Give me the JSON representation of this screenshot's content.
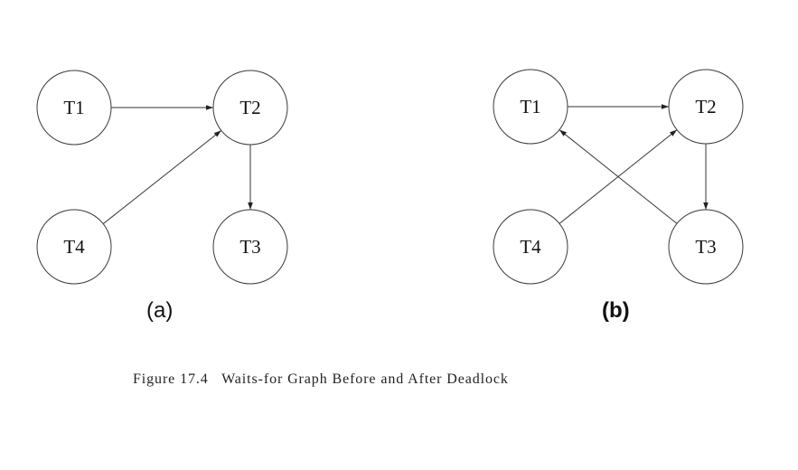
{
  "panels": [
    {
      "id": "a",
      "label": "(a)",
      "nodes": [
        {
          "id": "T1",
          "label": "T1"
        },
        {
          "id": "T2",
          "label": "T2"
        },
        {
          "id": "T3",
          "label": "T3"
        },
        {
          "id": "T4",
          "label": "T4"
        }
      ],
      "edges": [
        {
          "from": "T1",
          "to": "T2"
        },
        {
          "from": "T4",
          "to": "T2"
        },
        {
          "from": "T2",
          "to": "T3"
        }
      ]
    },
    {
      "id": "b",
      "label": "(b)",
      "nodes": [
        {
          "id": "T1",
          "label": "T1"
        },
        {
          "id": "T2",
          "label": "T2"
        },
        {
          "id": "T3",
          "label": "T3"
        },
        {
          "id": "T4",
          "label": "T4"
        }
      ],
      "edges": [
        {
          "from": "T1",
          "to": "T2"
        },
        {
          "from": "T4",
          "to": "T2"
        },
        {
          "from": "T2",
          "to": "T3"
        },
        {
          "from": "T3",
          "to": "T1"
        }
      ]
    }
  ],
  "caption": "Figure 17.4   Waits-for Graph Before and After Deadlock"
}
